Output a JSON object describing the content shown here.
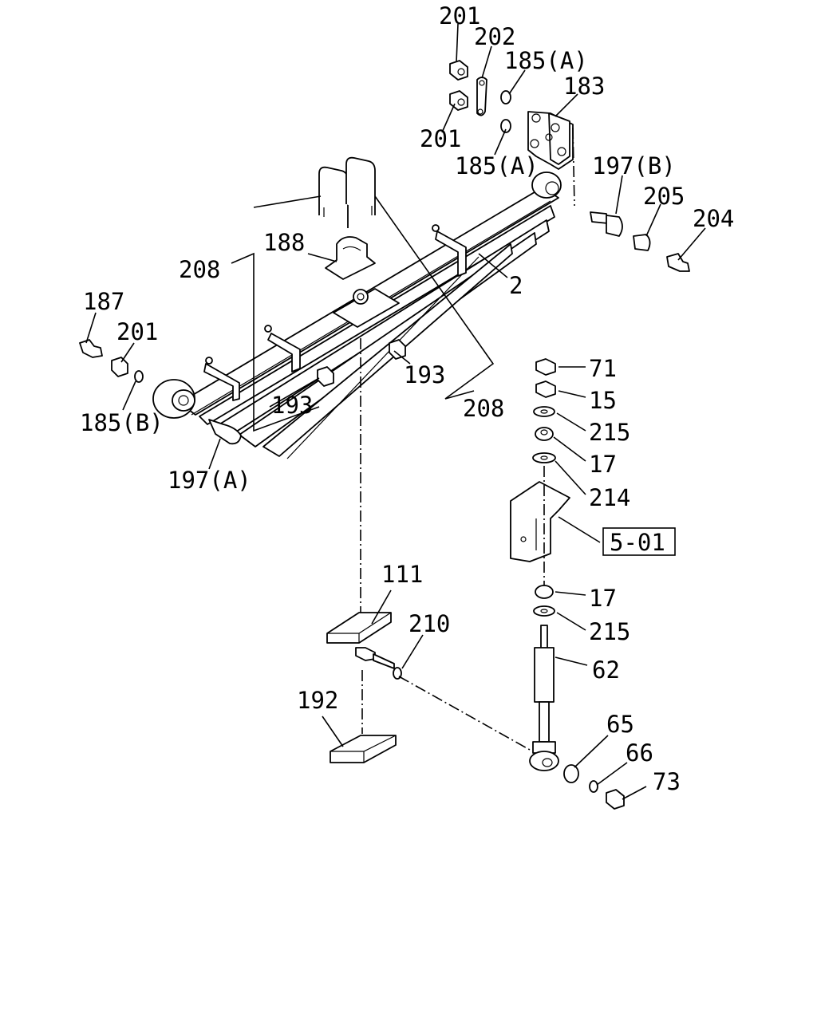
{
  "diagram": {
    "labels": {
      "l201a": "201",
      "l202": "202",
      "l185a1": "185(A)",
      "l183": "183",
      "l201b": "201",
      "l185a2": "185(A)",
      "l197b": "197(B)",
      "l205": "205",
      "l204": "204",
      "l188": "188",
      "l208a": "208",
      "l2": "2",
      "l187": "187",
      "l201c": "201",
      "l185b": "185(B)",
      "l193a": "193",
      "l193b": "193",
      "l208b": "208",
      "l197a": "197(A)",
      "l71": "71",
      "l15": "15",
      "l215a": "215",
      "l17a": "17",
      "l214": "214",
      "l501": "5-01",
      "l17b": "17",
      "l215b": "215",
      "l111": "111",
      "l210": "210",
      "l62": "62",
      "l192": "192",
      "l65": "65",
      "l66": "66",
      "l73": "73"
    }
  }
}
